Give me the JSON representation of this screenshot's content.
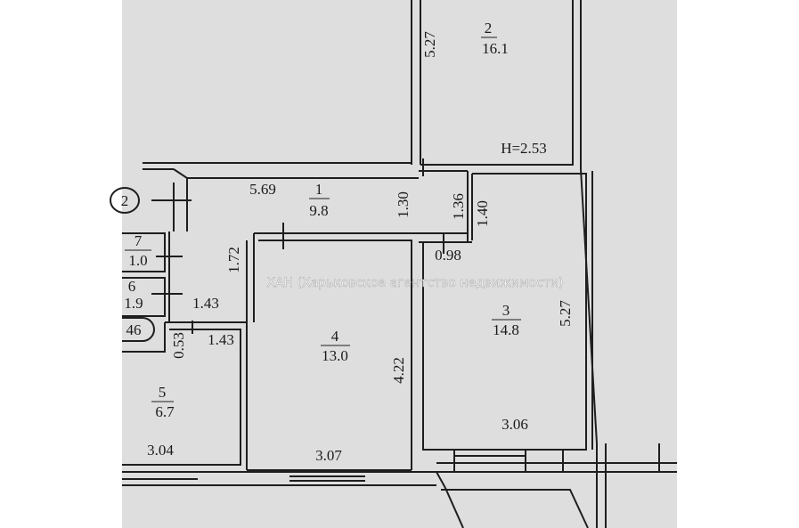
{
  "rooms": [
    {
      "number": "2",
      "area": "16.1"
    },
    {
      "number": "1",
      "area": "9.8"
    },
    {
      "number": "3",
      "area": "14.8"
    },
    {
      "number": "4",
      "area": "13.0"
    },
    {
      "number": "5",
      "area": "6.7"
    },
    {
      "number": "7",
      "area": "1.0"
    },
    {
      "number": "6",
      "area": "1.9"
    }
  ],
  "dimensions": {
    "room2_side": "5.27",
    "ceiling_height": "H=2.53",
    "room1_length": "5.69",
    "d_130": "1.30",
    "d_136": "1.36",
    "d_140": "1.40",
    "d_172": "1.72",
    "d_098": "0.98",
    "d_143_top": "1.43",
    "d_143_bottom": "1.43",
    "d_053": "0.53",
    "room4_side": "4.22",
    "room3_side": "5.27",
    "room5_width": "3.04",
    "room4_width": "3.07",
    "room3_width": "3.06"
  },
  "markers": {
    "circle_top": "2",
    "circle_bottom": "46"
  },
  "watermark": "ХАН (Харьковское агентство недвижимости)",
  "colors": {
    "paper": "#dedede",
    "ink": "#1e1e1e"
  }
}
